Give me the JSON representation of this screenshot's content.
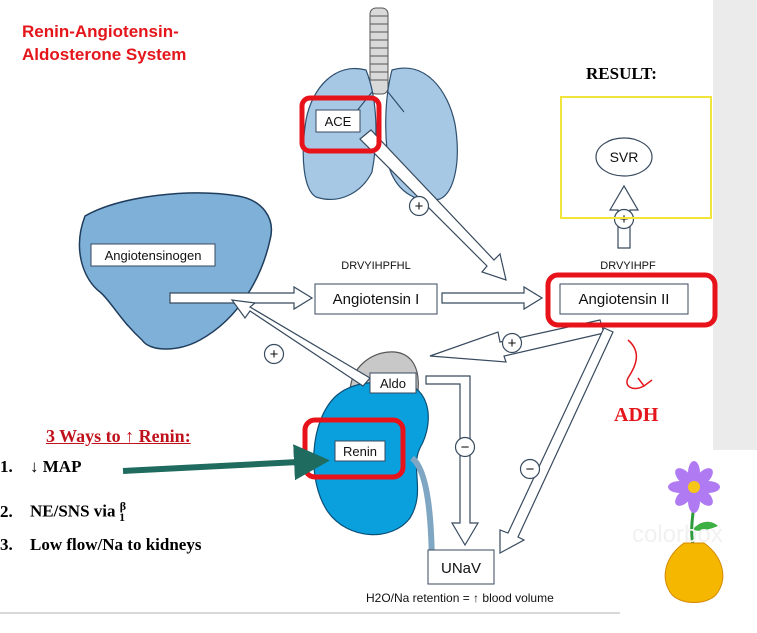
{
  "title_line1": "Renin-Angiotensin-",
  "title_line2": "Aldosterone System",
  "result_label": "RESULT:",
  "nodes": {
    "ace": "ACE",
    "angiotensinogen": "Angiotensinogen",
    "angiotensin_1": "Angiotensin I",
    "angiotensin_2": "Angiotensin II",
    "aldo": "Aldo",
    "renin": "Renin",
    "svr": "SVR",
    "unav": "UNaV"
  },
  "sequences": {
    "ang1": "DRVYIHPFHL",
    "ang2": "DRVYIHPF"
  },
  "signs": {
    "plus": "+",
    "minus": "−"
  },
  "adh_label": "ADH",
  "ways": {
    "title": "3 Ways to ↑ Renin:",
    "items": [
      {
        "num": "1.",
        "text": "↓ MAP"
      },
      {
        "num": "2.",
        "text": "NE/SNS via",
        "symbol": "β",
        "subscript": "1"
      },
      {
        "num": "3.",
        "text": "Low flow/Na to kidneys"
      }
    ]
  },
  "caption": "H2O/Na retention = ↑ blood volume",
  "watermark": "colorbox",
  "colors": {
    "title_red": "#e4161b",
    "highlight_red": "#e8131a",
    "result_box": "#f2e53a",
    "organ_blue": "#7fb0d8",
    "kidney_blue": "#0aa0dd",
    "arrow_teal": "#1f6b5f",
    "adrenal_gray": "#c8c8c8"
  }
}
